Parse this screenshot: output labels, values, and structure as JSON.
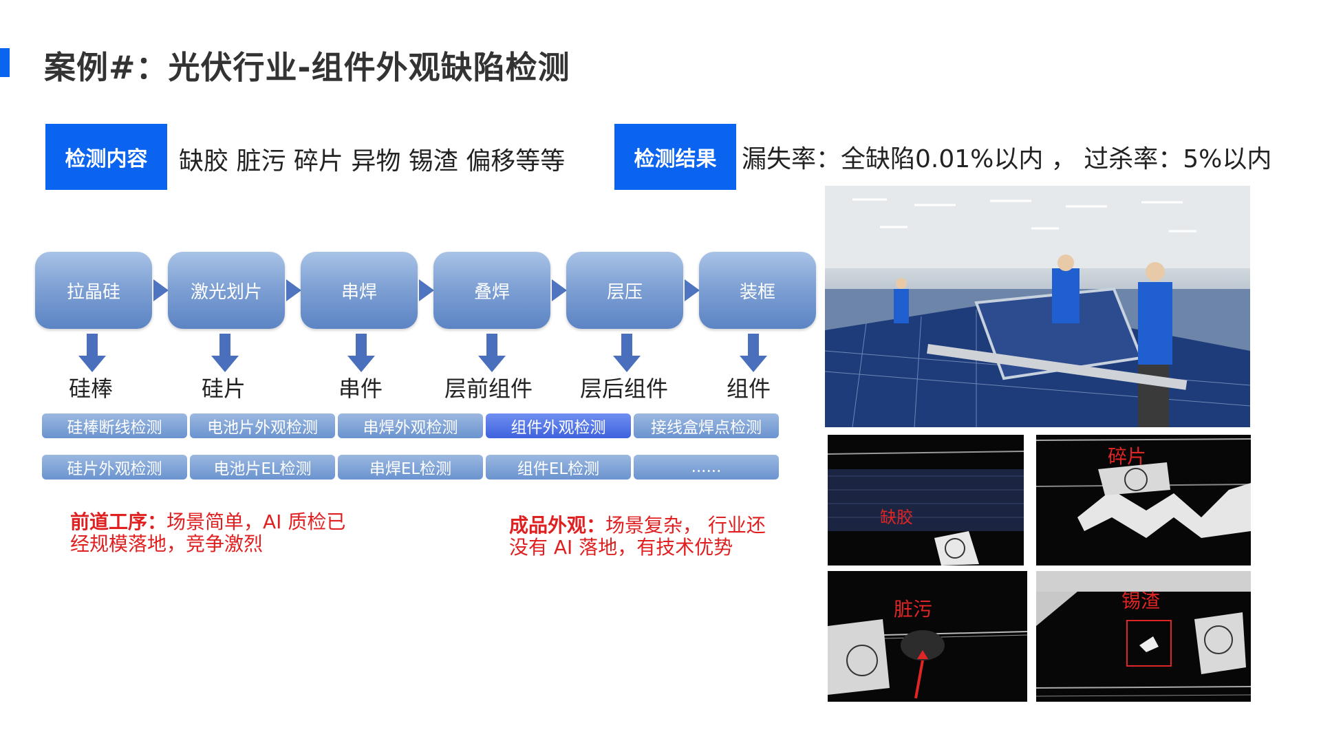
{
  "title": "案例#：光伏行业-组件外观缺陷检测",
  "detect_content": {
    "tag": "检测内容",
    "text": "缺胶 脏污 碎片 异物 锡渣 偏移等等"
  },
  "detect_result": {
    "tag": "检测结果",
    "text": "漏失率：全缺陷0.01%以内 ， 过杀率：5%以内"
  },
  "process_steps": [
    "拉晶硅",
    "激光划片",
    "串焊",
    "叠焊",
    "层压",
    "装框"
  ],
  "products": [
    "硅棒",
    "硅片",
    "串件",
    "层前组件",
    "层后组件",
    "组件"
  ],
  "detection_row1": [
    "硅棒断线检测",
    "电池片外观检测",
    "串焊外观检测",
    "组件外观检测",
    "接线盒焊点检测"
  ],
  "detection_row2": [
    "硅片外观检测",
    "电池片EL检测",
    "串焊EL检测",
    "组件EL检测",
    "......"
  ],
  "note_left": {
    "label": "前道工序：",
    "text": "场景简单，AI 质检已经规模落地，竞争激烈"
  },
  "note_right": {
    "label": "成品外观：",
    "text": "场景复杂， 行业还没有 AI 落地，有技术优势"
  },
  "defect_images": [
    "缺胶",
    "碎片",
    "脏污",
    "锡渣"
  ],
  "colors": {
    "accent": "#0a64f0",
    "note": "#e02020",
    "flow": "#6a93cf"
  }
}
